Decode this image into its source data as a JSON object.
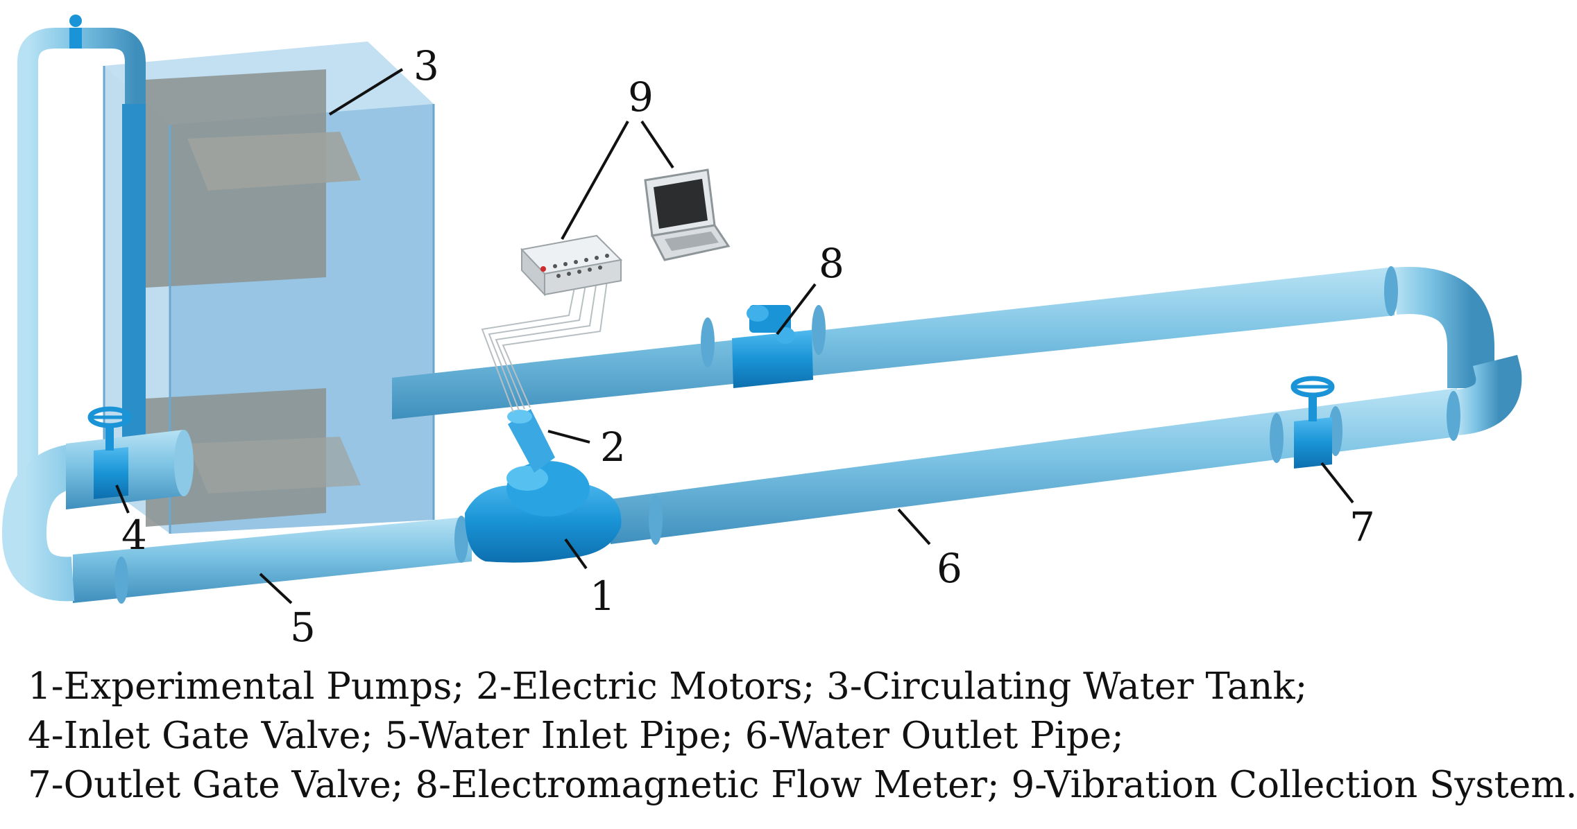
{
  "labels": {
    "n1": "1",
    "n2": "2",
    "n3": "3",
    "n4": "4",
    "n5": "5",
    "n6": "6",
    "n7": "7",
    "n8": "8",
    "n9": "9"
  },
  "caption": {
    "line1": "1-Experimental Pumps; 2-Electric Motors; 3-Circulating Water Tank;",
    "line2": "4-Inlet Gate Valve; 5-Water Inlet Pipe; 6-Water Outlet Pipe;",
    "line3": "7-Outlet Gate Valve; 8-Electromagnetic Flow Meter; 9-Vibration Collection System."
  },
  "colors": {
    "pipe": "#7cc3e4",
    "pipe_dark": "#4a9cc8",
    "component": "#1a94d6",
    "tank_glass": "#9fc9e6",
    "tank_inner": "#8a8f8c",
    "device": "#dfe3e6"
  }
}
